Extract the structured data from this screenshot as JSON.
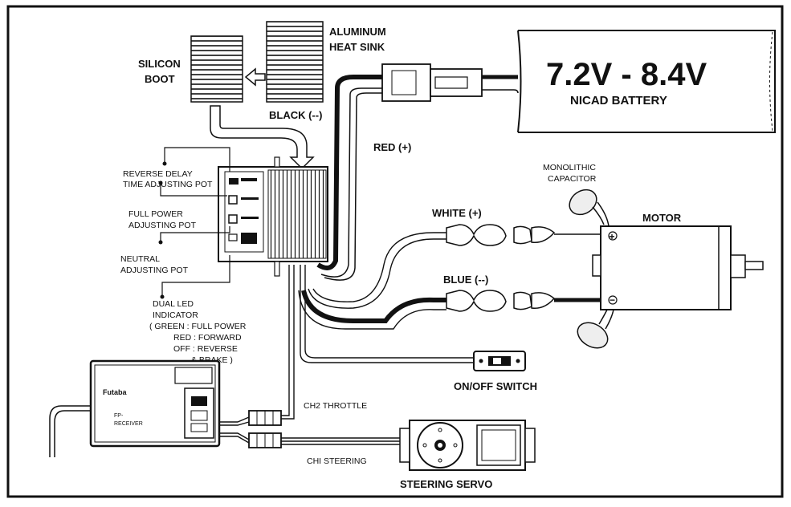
{
  "labels": {
    "aluminum": "ALUMINUM",
    "heat_sink": "HEAT SINK",
    "silicon": "SILICON",
    "boot": "BOOT",
    "black": "BLACK (--)",
    "red": "RED (+)",
    "battery_voltage": "7.2V - 8.4V",
    "battery_type": "NICAD BATTERY",
    "monolithic": "MONOLITHIC",
    "capacitor": "CAPACITOR",
    "motor": "MOTOR",
    "white": "WHITE (+)",
    "blue": "BLUE (--)",
    "reverse_delay_1": "REVERSE DELAY",
    "reverse_delay_2": "TIME ADJUSTING POT",
    "full_power_1": "FULL POWER",
    "full_power_2": "ADJUSTING POT",
    "neutral_1": "NEUTRAL",
    "neutral_2": "ADJUSTING POT",
    "led_1": "DUAL LED",
    "led_2": "INDICATOR",
    "led_3": "( GREEN : FULL POWER",
    "led_4": "RED : FORWARD",
    "led_5": "OFF : REVERSE",
    "led_6": "& BRAKE )",
    "switch": "ON/OFF SWITCH",
    "ch2": "CH2 THROTTLE",
    "ch1": "CHI STEERING",
    "servo": "STEERING SERVO",
    "receiver_brand": "Futaba",
    "receiver_1": "FP-",
    "receiver_2": "RECEIVER",
    "plus": "+",
    "minus": "−"
  },
  "colors": {
    "ink": "#111111",
    "paper": "#ffffff"
  }
}
